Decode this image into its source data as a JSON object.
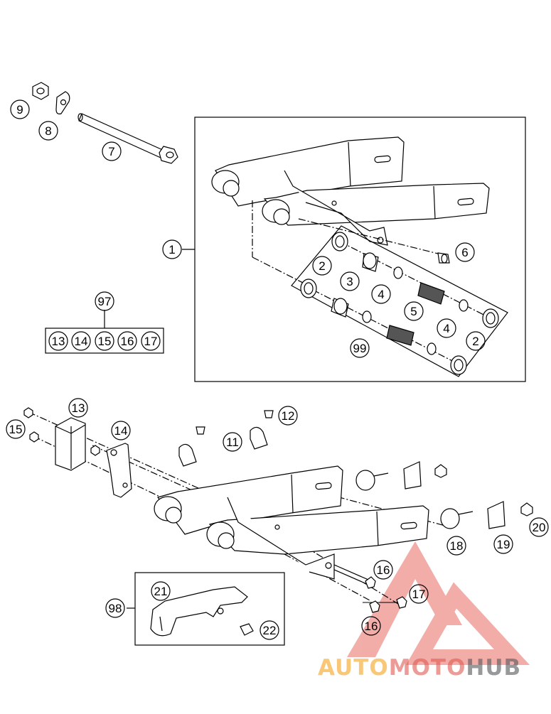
{
  "callouts": {
    "c1": "1",
    "c2a": "2",
    "c2b": "2",
    "c3": "3",
    "c4a": "4",
    "c4b": "4",
    "c5": "5",
    "c6": "6",
    "c7": "7",
    "c8": "8",
    "c9": "9",
    "c97": "97",
    "c99": "99",
    "k13": "13",
    "k14": "14",
    "k15": "15",
    "k16": "16",
    "k17": "17",
    "c11": "11",
    "c12": "12",
    "c13": "13",
    "c14": "14",
    "c15": "15",
    "c16a": "16",
    "c16b": "16",
    "c17": "17",
    "c18": "18",
    "c19": "19",
    "c20": "20",
    "c21": "21",
    "c22": "22",
    "c98": "98"
  },
  "watermark": {
    "part1": "AUTO",
    "part2": "MOTO",
    "part3": "HUB",
    "colors": {
      "orange": "#f5a21e",
      "red": "#e05a52",
      "dark": "#55565a"
    }
  }
}
